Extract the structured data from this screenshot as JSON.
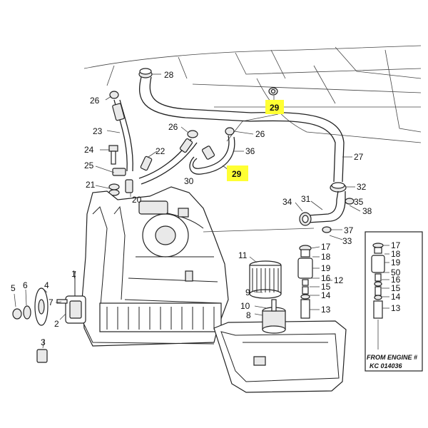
{
  "callouts": {
    "c28": "28",
    "c26a": "26",
    "c23": "23",
    "c24": "24",
    "c25": "25",
    "c21": "21",
    "c20": "20",
    "c22": "22",
    "c26b": "26",
    "c26c": "26",
    "c36": "36",
    "c30": "30",
    "c29a": "29",
    "c29b": "29",
    "c27": "27",
    "c32": "32",
    "c31": "31",
    "c34": "34",
    "c35": "35",
    "c38": "38",
    "c37": "37",
    "c33": "33",
    "c11": "11",
    "c9": "9",
    "c10": "10",
    "c8": "8",
    "c17": "17",
    "c18": "18",
    "c19": "19",
    "c16": "16",
    "c15": "15",
    "c14": "14",
    "c13": "13",
    "c12": "12",
    "c1": "1",
    "c4": "4",
    "c2": "2",
    "c5": "5",
    "c6": "6",
    "c3": "3",
    "c7": "7",
    "i17": "17",
    "i18": "18",
    "i19": "19",
    "i50": "50",
    "i16": "16",
    "i15": "15",
    "i14": "14",
    "i13": "13"
  },
  "highlight_color": "#ffff33",
  "inset": {
    "line1": "FROM ENGINE #",
    "line2": "KC 014036"
  }
}
